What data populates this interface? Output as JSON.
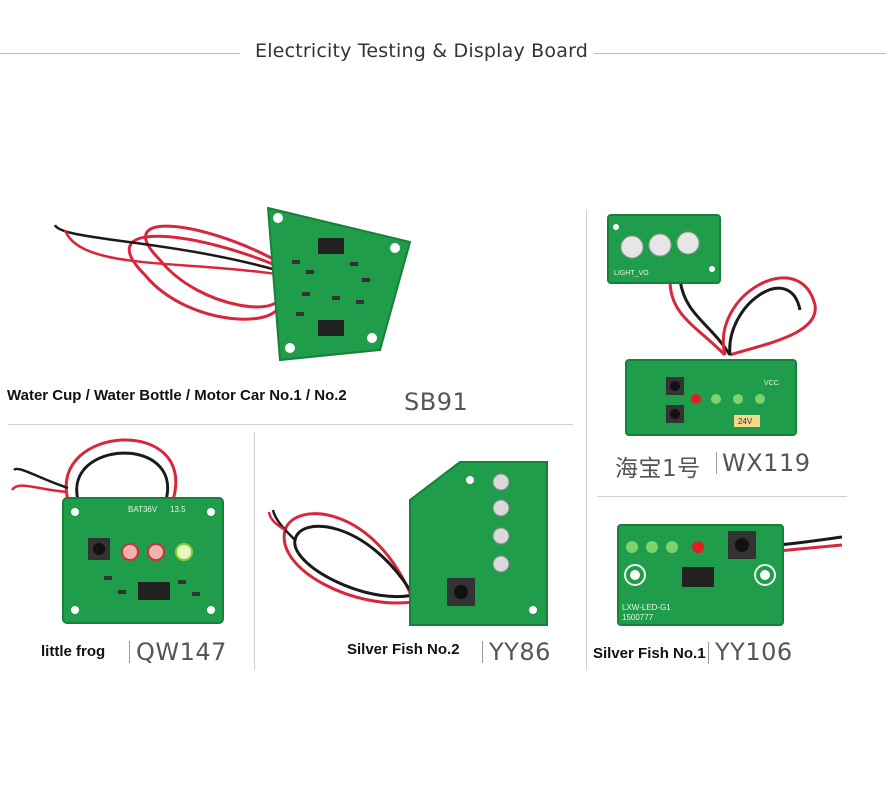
{
  "header": {
    "title": "Electricity Testing & Display Board"
  },
  "products": [
    {
      "name": "Water Cup / Water Bottle / Motor Car No.1 / No.2",
      "code": "SB91"
    },
    {
      "name": "海宝1号",
      "code": "WX119",
      "silk": [
        "LIGHT_VO",
        "24V",
        "VCC"
      ]
    },
    {
      "name": "little frog",
      "code": "QW147",
      "silk": [
        "BAT36V",
        "13.5"
      ]
    },
    {
      "name": "Silver Fish No.2",
      "code": "YY86"
    },
    {
      "name": "Silver Fish No.1",
      "code": "YY106",
      "silk": [
        "LXW-LED-G1",
        "1500777"
      ]
    }
  ],
  "colors": {
    "pcb": "#1f9d4a",
    "pcb_dark": "#17803b",
    "wire_red": "#d8263a",
    "wire_black": "#1a1a1a"
  }
}
